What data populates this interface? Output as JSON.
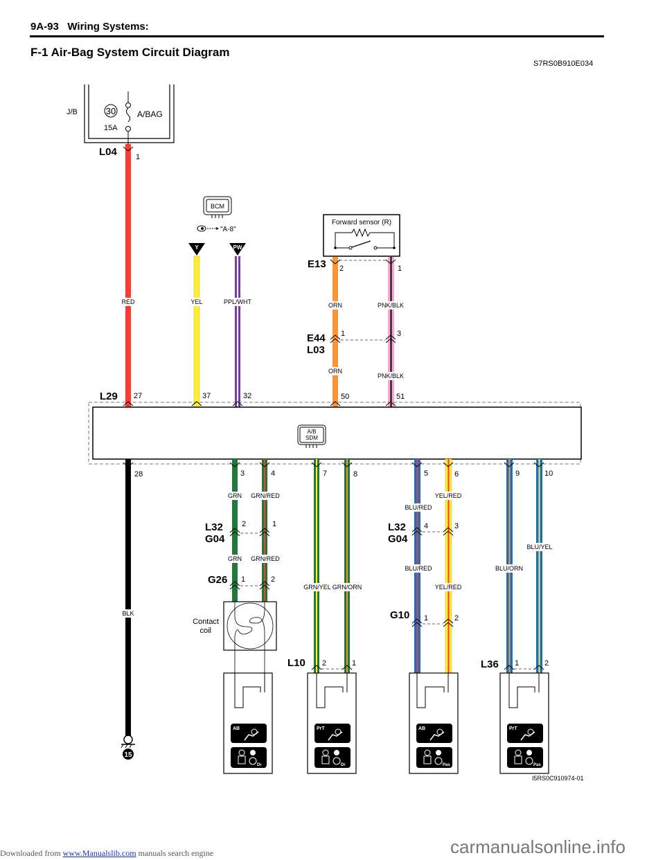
{
  "header": {
    "section": "9A-93",
    "title": "Wiring Systems:"
  },
  "page_title": "F-1 Air-Bag System Circuit Diagram",
  "doc_code": "S7RS0B910E034",
  "figure_code": "I5RS0C910974-01",
  "footer": {
    "prefix": "Downloaded from",
    "link": "www.Manualslib.com",
    "suffix": "manuals search engine",
    "watermark": "carmanualsonline.info"
  },
  "junction_block": {
    "label": "J/B",
    "fuse_number": "30",
    "fuse_rating": "15A",
    "fuse_name": "A/BAG"
  },
  "bcm": {
    "label": "BCM",
    "ref": "\"A-8\"",
    "outputs": [
      {
        "tag": "Y",
        "wire": "YEL"
      },
      {
        "tag": "PW",
        "wire": "PPL/WHT"
      }
    ]
  },
  "forward_sensor": {
    "label": "Forward sensor (R)"
  },
  "sdm": {
    "label_line1": "A/B",
    "label_line2": "SDM"
  },
  "contact_coil": {
    "label_line1": "Contact",
    "label_line2": "coil"
  },
  "ground": {
    "number": "15"
  },
  "connectors": {
    "L04": {
      "name": "L04",
      "pins": [
        "1"
      ]
    },
    "E13": {
      "name": "E13",
      "pins": [
        "2",
        "1"
      ]
    },
    "E44_L03": {
      "name1": "E44",
      "name2": "L03",
      "pins": [
        "1",
        "3"
      ]
    },
    "L29": {
      "name": "L29",
      "top_pins": [
        "27",
        "37",
        "32",
        "50",
        "51"
      ],
      "bottom_pins": [
        "28",
        "3",
        "4",
        "7",
        "8",
        "5",
        "6",
        "9",
        "10"
      ]
    },
    "L32_G04_a": {
      "name1": "L32",
      "name2": "G04",
      "pins": [
        "2",
        "1"
      ]
    },
    "L32_G04_b": {
      "name1": "L32",
      "name2": "G04",
      "pins": [
        "4",
        "3"
      ]
    },
    "G26": {
      "name": "G26",
      "pins": [
        "1",
        "2"
      ]
    },
    "L10": {
      "name": "L10",
      "pins": [
        "2",
        "1"
      ]
    },
    "G10": {
      "name": "G10",
      "pins": [
        "1",
        "2"
      ]
    },
    "L36": {
      "name": "L36",
      "pins": [
        "1",
        "2"
      ]
    }
  },
  "wires": {
    "red": "RED",
    "yel": "YEL",
    "ppl_wht": "PPL/WHT",
    "orn": "ORN",
    "pnk_blk": "PNK/BLK",
    "blk": "BLK",
    "grn": "GRN",
    "grn_red": "GRN/RED",
    "grn_yel": "GRN/YEL",
    "grn_orn": "GRN/ORN",
    "blu_red": "BLU/RED",
    "yel_red": "YEL/RED",
    "blu_orn": "BLU/ORN",
    "blu_yel": "BLU/YEL"
  },
  "modules": [
    {
      "top_badge": "AB",
      "bottom_badge": "Dr"
    },
    {
      "top_badge": "PrT",
      "bottom_badge": "Dr"
    },
    {
      "top_badge": "AB",
      "bottom_badge": "Pas"
    },
    {
      "top_badge": "PrT",
      "bottom_badge": "Pas"
    }
  ],
  "colors": {
    "red": "#ff3b2f",
    "yellow": "#ffee3a",
    "purple": "#7b3aa0",
    "orange": "#ff9433",
    "pink": "#f7a6cf",
    "black": "#000000",
    "green": "#1f7a3a",
    "blue": "#1c6fc0"
  }
}
